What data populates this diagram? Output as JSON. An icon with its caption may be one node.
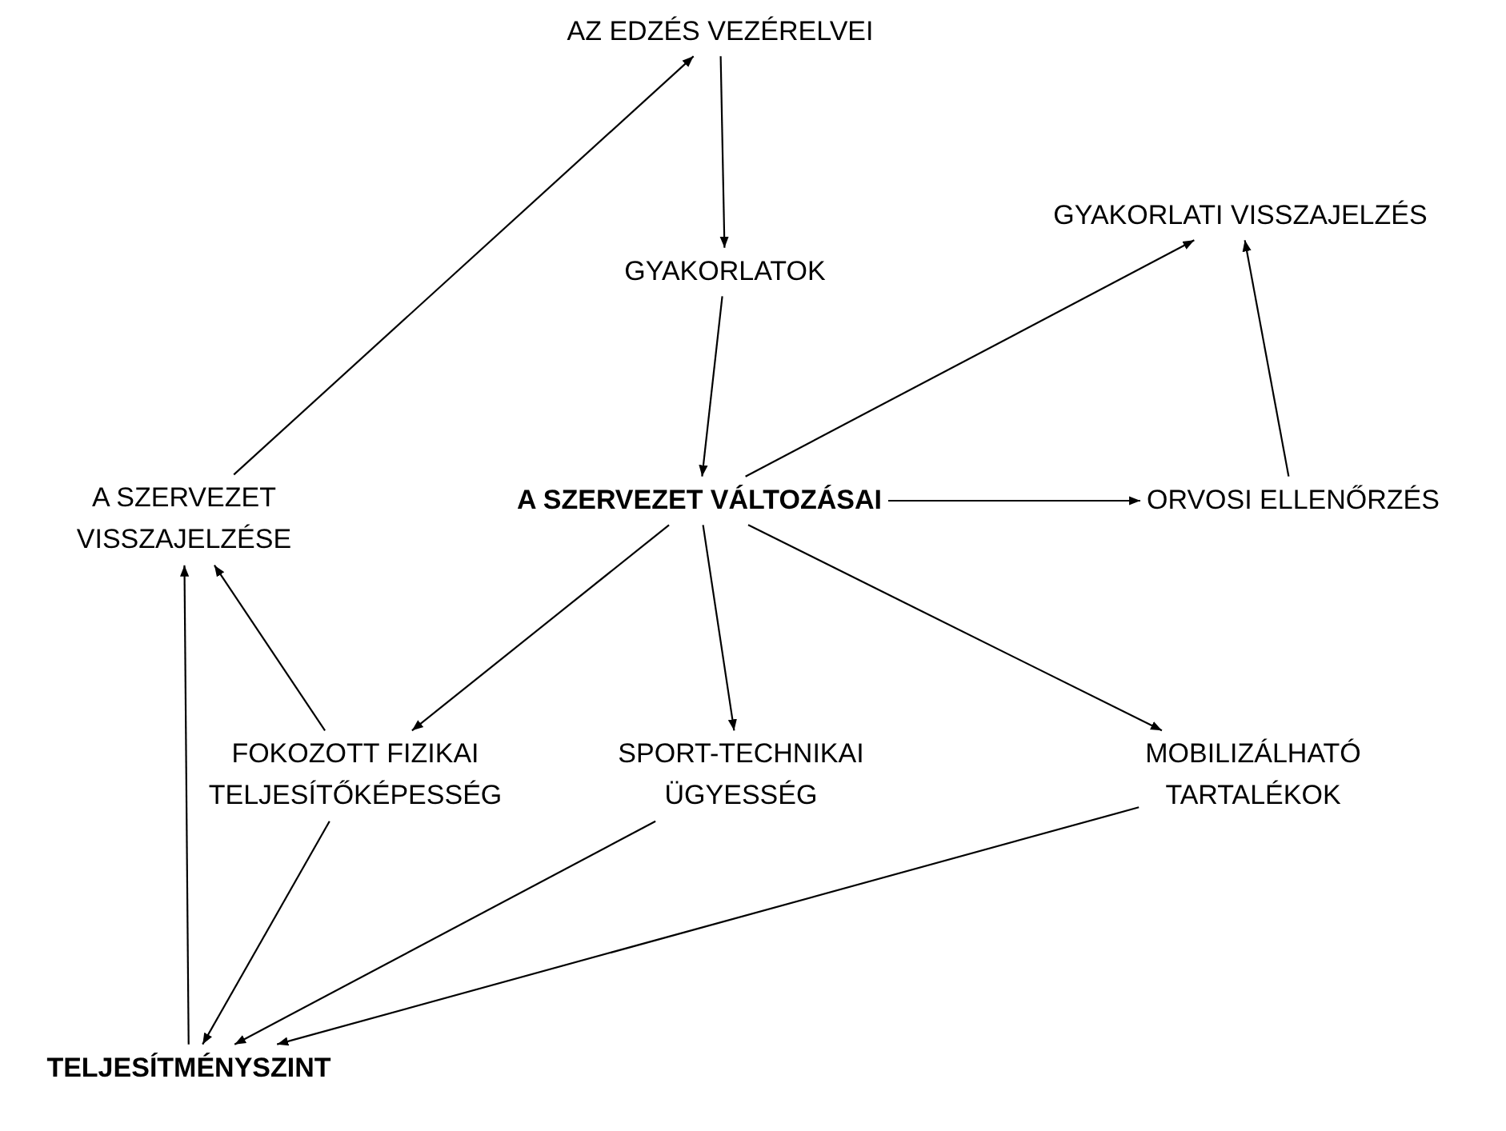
{
  "diagram": {
    "nodes": [
      {
        "text": [
          "AZ EDZÉS VEZÉRELVEI"
        ]
      },
      {
        "text": [
          "GYAKORLATI VISSZAJELZÉS"
        ]
      },
      {
        "text": [
          "GYAKORLATOK"
        ]
      },
      {
        "text": [
          "A SZERVEZET VISSZAJELZÉSE"
        ]
      },
      {
        "text": [
          "A SZERVEZET VÁLTOZÁSAI"
        ]
      },
      {
        "text": [
          "ORVOSI ELLENŐRZÉS"
        ]
      },
      {
        "text": [
          "FOKOZOTT FIZIKAI TELJESÍTŐKÉPESSÉG"
        ]
      },
      {
        "text": [
          "SPORT-TECHNIKAI ÜGYESSÉG"
        ]
      },
      {
        "text": [
          "MOBILIZÁLHATÓ TARTALÉKOK"
        ]
      },
      {
        "text": [
          "TELJESÍTMÉNYSZINT"
        ]
      }
    ],
    "edges": [
      {
        "from": 0,
        "to": 2,
        "arrow": "to"
      },
      {
        "from": 2,
        "to": 4,
        "arrow": "to"
      },
      {
        "from": 4,
        "to": 5,
        "arrow": "to"
      },
      {
        "from": 4,
        "to": 1,
        "arrow": "to"
      },
      {
        "from": 5,
        "to": 1,
        "arrow": "to"
      },
      {
        "from": 3,
        "to": 0,
        "arrow": "to"
      },
      {
        "from": 4,
        "to": 6,
        "arrow": "to"
      },
      {
        "from": 4,
        "to": 7,
        "arrow": "to"
      },
      {
        "from": 4,
        "to": 8,
        "arrow": "to"
      },
      {
        "from": 6,
        "to": 3,
        "arrow": "to"
      },
      {
        "from": 6,
        "to": 9,
        "arrow": "to"
      },
      {
        "from": 7,
        "to": 9,
        "arrow": "to"
      },
      {
        "from": 8,
        "to": 9,
        "arrow": "to"
      },
      {
        "from": 9,
        "to": 3,
        "arrow": "to"
      }
    ]
  }
}
